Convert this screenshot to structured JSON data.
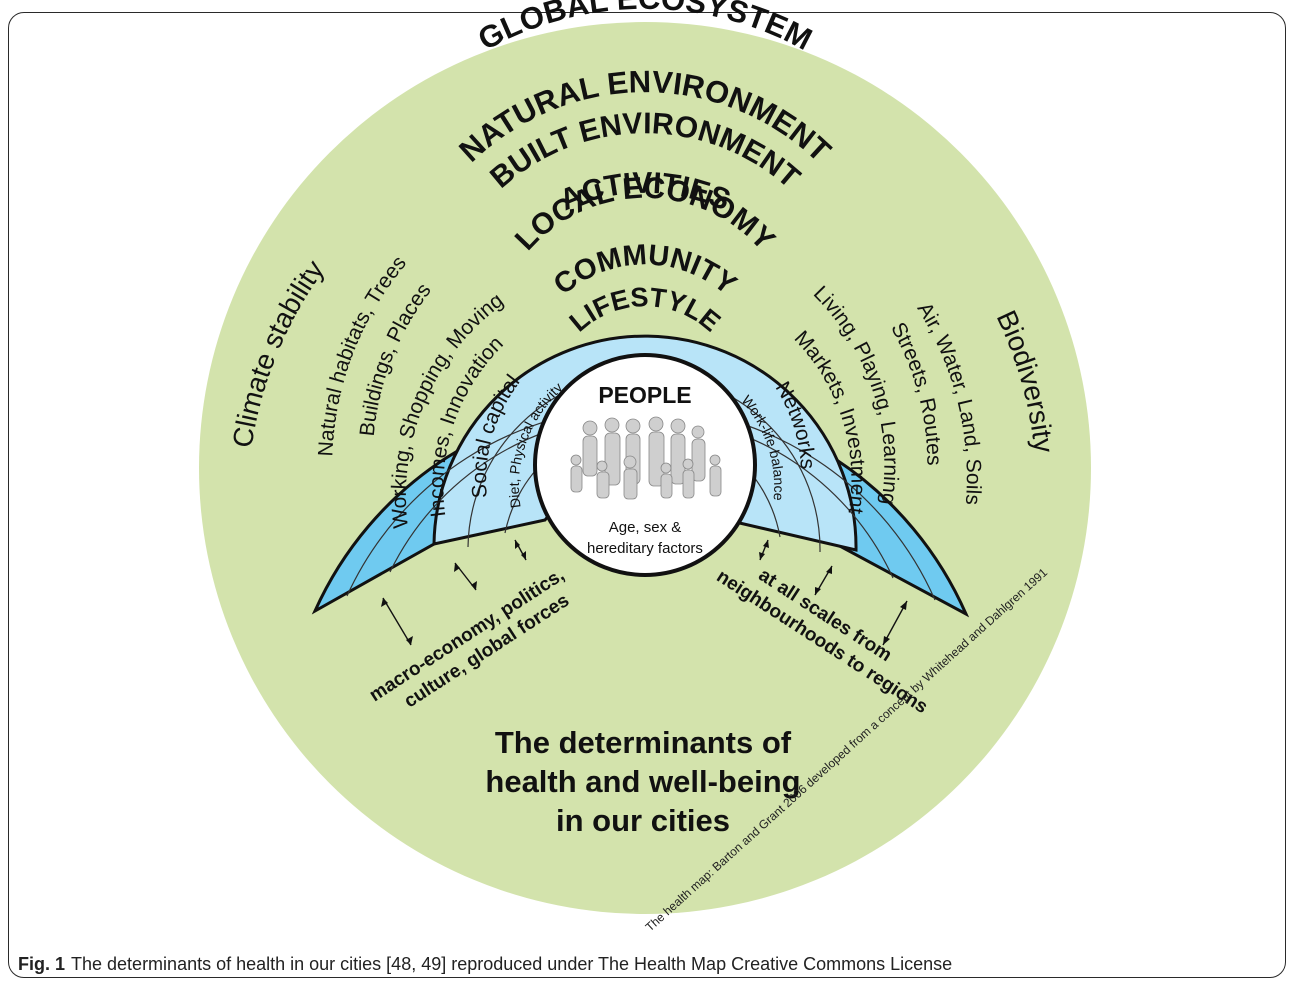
{
  "diagram": {
    "title_lines": [
      "The determinants of",
      "health and well-being",
      "in our cities"
    ],
    "outer_ring": "GLOBAL ECOSYSTEM",
    "outer_left": "Climate stability",
    "outer_right": "Biodiversity",
    "rings": {
      "natural": "NATURAL ENVIRONMENT",
      "built": "BUILT ENVIRONMENT",
      "activities": "ACTIVITIES",
      "local_economy": "LOCAL ECONOMY",
      "community": "COMMUNITY",
      "lifestyle": "LIFESTYLE",
      "people": "PEOPLE"
    },
    "left_items": {
      "natural": "Natural habitats, Trees",
      "built": "Buildings, Places",
      "activities": "Working, Shopping, Moving",
      "local_economy": "Incomes, Innovation",
      "community": "Social capital",
      "lifestyle": "Diet, Physical activity"
    },
    "right_items": {
      "natural": "Air, Water, Land, Soils",
      "built": "Streets, Routes",
      "activities": "Living, Playing, Learning",
      "local_economy": "Markets, Investment",
      "community": "Networks",
      "lifestyle": "Work-life balance"
    },
    "people_sub_lines": [
      "Age, sex &",
      "hereditary factors"
    ],
    "left_gap_lines": [
      "macro-economy, politics,",
      "culture, global forces"
    ],
    "right_gap_lines": [
      "at all scales from",
      "neighbourhoods to regions"
    ],
    "credit": "The health map: Barton and Grant 2006 developed from a concept by Whitehead and Dahlgren 1991",
    "colors": {
      "ecosystem": "#d3e3ac",
      "dark_blue": "#6fcaf0",
      "light_blue": "#b8e4f8",
      "outline": "#111111",
      "people_bg": "#ffffff"
    }
  },
  "caption": {
    "label": "Fig. 1",
    "text": "The determinants of health in our cities [48, 49] reproduced under The Health Map Creative Commons License"
  }
}
